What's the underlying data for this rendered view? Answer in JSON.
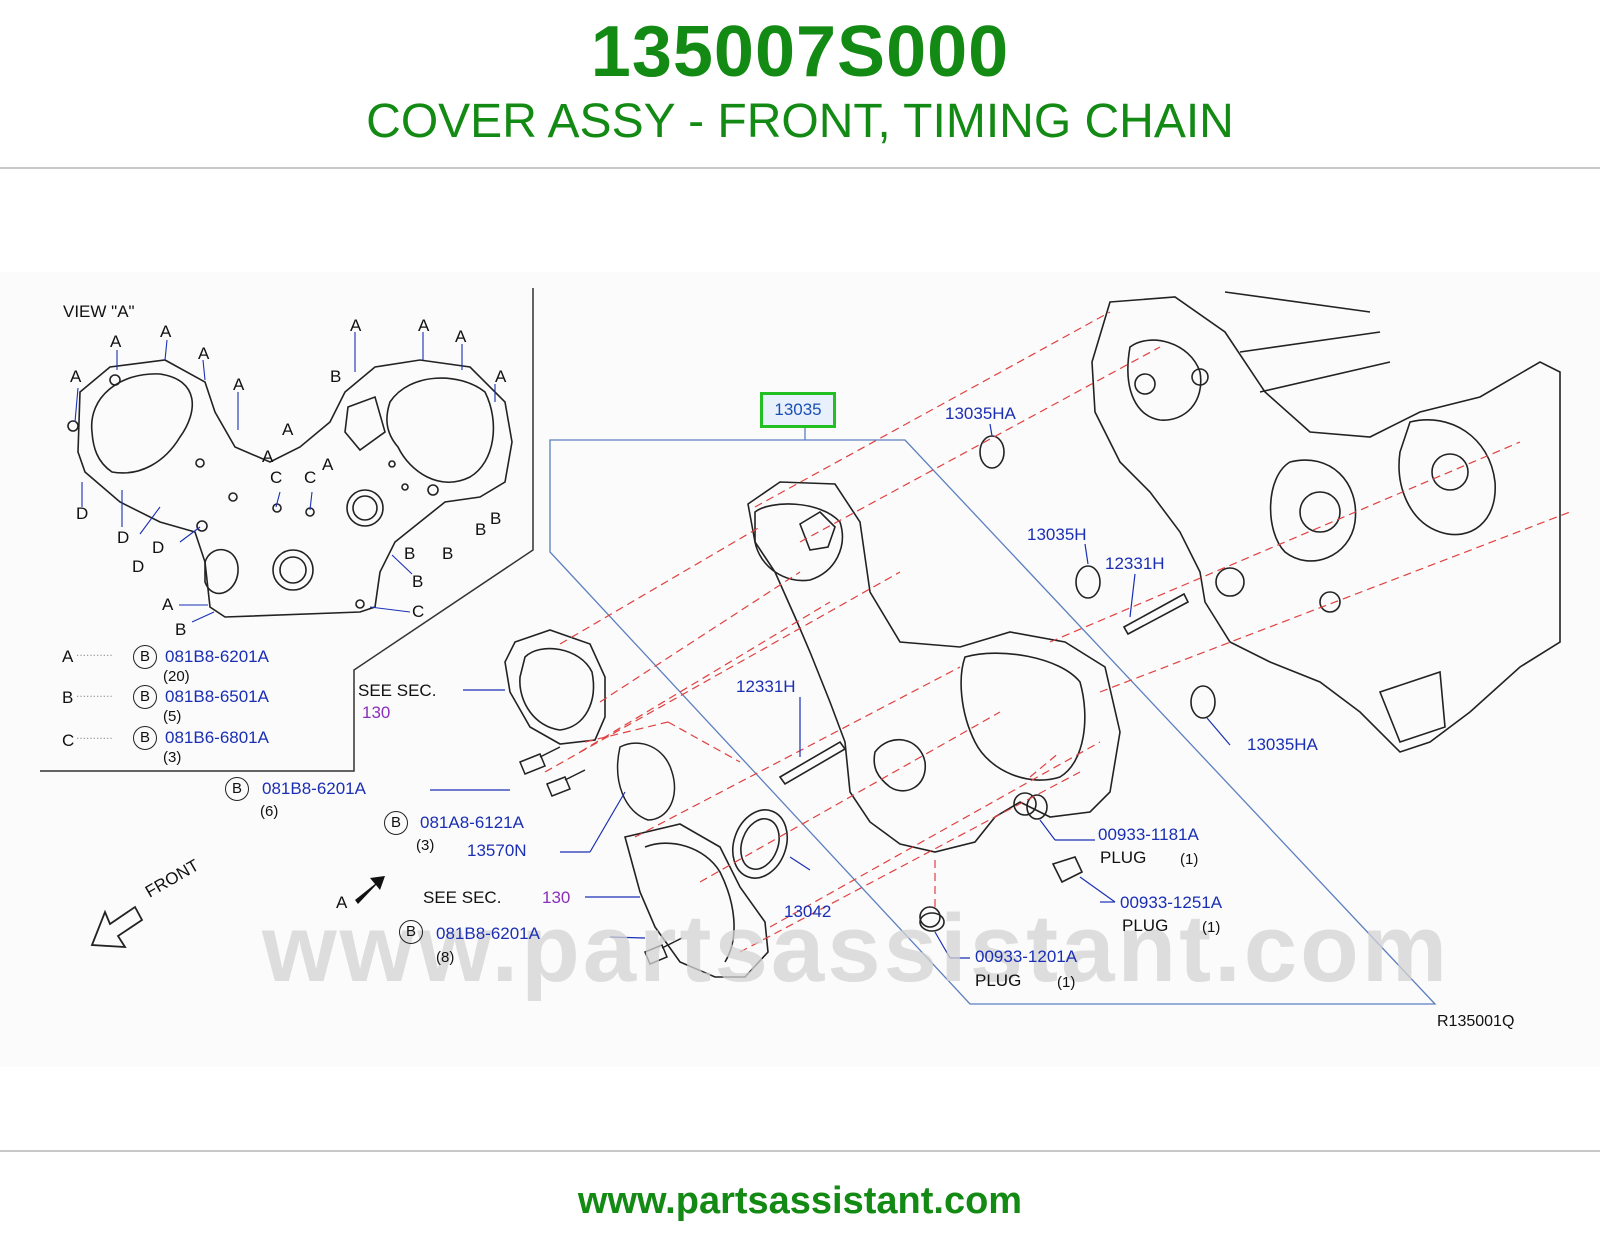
{
  "header": {
    "part_number": "135007S000",
    "part_title": "COVER ASSY - FRONT, TIMING CHAIN"
  },
  "diagram": {
    "highlighted_part": "13035",
    "view_label": "VIEW  \"A\"",
    "ref_code": "R135001Q",
    "watermark": "www.partsassistant.com",
    "legend": [
      {
        "key": "A",
        "circle": "B",
        "part": "081B8-6201A",
        "qty": "(20)"
      },
      {
        "key": "B",
        "circle": "B",
        "part": "081B8-6501A",
        "qty": "(5)"
      },
      {
        "key": "C",
        "circle": "B",
        "part": "081B6-6801A",
        "qty": "(3)"
      }
    ],
    "view_markers": [
      "A",
      "A",
      "A",
      "A",
      "A",
      "A",
      "A",
      "A",
      "A",
      "A",
      "A",
      "A",
      "A",
      "B",
      "B",
      "B",
      "B",
      "B",
      "B",
      "C",
      "C",
      "C",
      "D",
      "D",
      "D",
      "D"
    ],
    "callouts": {
      "p13035HA_top": "13035HA",
      "p13035H": "13035H",
      "p12331H_right": "12331H",
      "p12331H_left": "12331H",
      "p13035HA_bottom": "13035HA",
      "bolt1_part": "081B8-6201A",
      "bolt1_qty": "(6)",
      "bolt1_circle": "B",
      "bolt2_part": "081A8-6121A",
      "bolt2_qty": "(3)",
      "bolt2_circle": "B",
      "p13570N": "13570N",
      "p13042": "13042",
      "bolt3_part": "081B8-6201A",
      "bolt3_qty": "(8)",
      "bolt3_circle": "B",
      "plug1_part": "00933-1181A",
      "plug1_name": "PLUG",
      "plug1_qty": "(1)",
      "plug2_part": "00933-1251A",
      "plug2_name": "PLUG",
      "plug2_qty": "(1)",
      "plug3_part": "00933-1201A",
      "plug3_name": "PLUG",
      "plug3_qty": "(1)",
      "see_sec_1": "SEE   SEC.",
      "see_sec_1_num": "130",
      "see_sec_2": "SEE   SEC.",
      "see_sec_2_num": "130",
      "arrow_a": "A",
      "front": "FRONT"
    }
  },
  "footer": {
    "url": "www.partsassistant.com"
  },
  "colors": {
    "brand_green": "#138a13",
    "callout_blue": "#1a2fb5",
    "section_purple": "#8a2fb8",
    "highlight_border": "#22c022",
    "dash_red": "#e04040"
  }
}
